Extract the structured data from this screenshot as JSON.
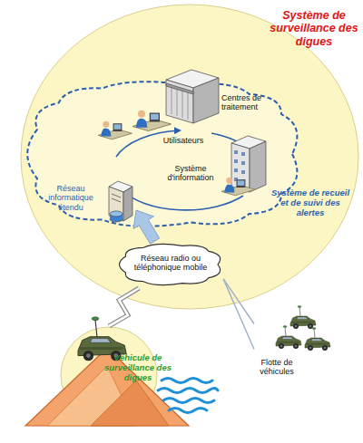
{
  "diagram": {
    "nodes": [
      {
        "text": [
          "Système de surveillance des digues"
        ]
      },
      {
        "text": [
          "Réseau informatique étendu"
        ],
        "in": 0
      },
      {
        "text": [
          "Réseau radio ou téléphonique mobile"
        ],
        "in": 0
      },
      {
        "text": [
          "Véhicule de surveillance des digues"
        ]
      },
      {
        "text": [
          "Flotte de véhicules"
        ]
      }
    ],
    "edges": [
      {
        "from": 2,
        "to": 1,
        "arrow": "to"
      },
      {
        "from": 2,
        "to": 3,
        "arrow": "none"
      },
      {
        "from": 2,
        "to": 4,
        "arrow": "none"
      }
    ],
    "labels": [
      "Centres de traitement",
      "Utilisateurs",
      "Système d'information",
      "Système de recueil et de suivi des alertes"
    ]
  }
}
